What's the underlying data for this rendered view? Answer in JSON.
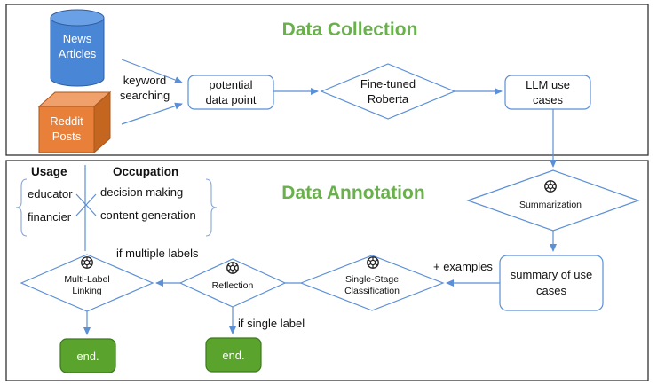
{
  "sections": {
    "collection_title": "Data Collection",
    "annotation_title": "Data Annotation"
  },
  "sources": {
    "news": [
      "News",
      "Articles"
    ],
    "reddit": [
      "Reddit",
      "Posts"
    ]
  },
  "collection_flow": {
    "keyword_label": [
      "keyword",
      "searching"
    ],
    "potential": [
      "potential",
      "data point"
    ],
    "roberta": [
      "Fine-tuned",
      "Roberta"
    ],
    "llm_use": [
      "LLM use",
      "cases"
    ]
  },
  "annotation_flow": {
    "summarization": "Summarization",
    "summary": [
      "summary of use",
      "cases"
    ],
    "examples_label": "+ examples",
    "single_stage": [
      "Single-Stage",
      "Classification"
    ],
    "reflection": "Reflection",
    "multi_label": [
      "Multi-Label",
      "Linking"
    ],
    "if_multiple": "if multiple labels",
    "if_single": "if single label",
    "end_label": "end."
  },
  "taxonomy": {
    "usage_header": "Usage",
    "occupation_header": "Occupation",
    "usage_items": [
      "educator",
      "financier"
    ],
    "occupation_items": [
      "decision making",
      "content generation"
    ]
  },
  "colors": {
    "title_green": "#6ab04c",
    "arrow_blue": "#5b8fd6",
    "news_blue": "#4a86d6",
    "reddit_orange": "#e8803a",
    "end_green": "#5aa32c"
  },
  "icons": [
    "openai-icon"
  ]
}
